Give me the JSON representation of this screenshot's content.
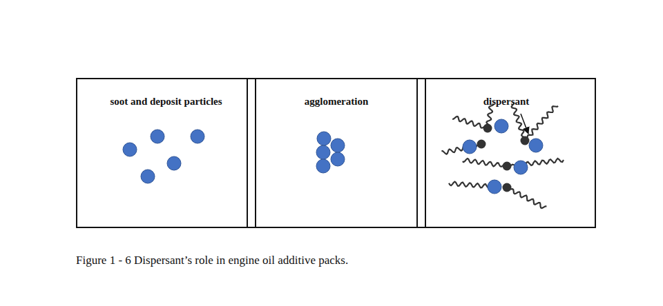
{
  "diagram": {
    "caption": "Figure 1 - 6 Dispersant’s role in engine oil additive packs.",
    "nodes": [
      {
        "text": [
          "soot and deposit particles"
        ]
      },
      {
        "text": [
          "agglomeration"
        ]
      },
      {
        "text": [
          "dispersant"
        ]
      }
    ]
  }
}
